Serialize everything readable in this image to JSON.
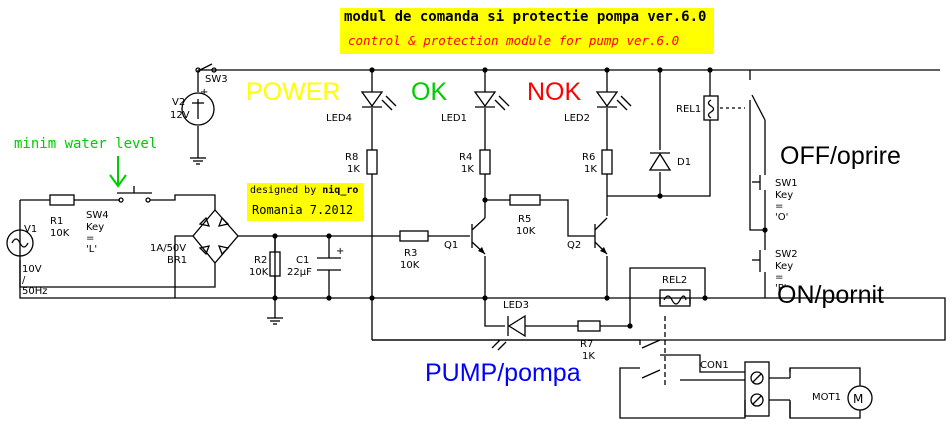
{
  "title": {
    "en": "modul de comanda si protectie pompa ver.6.0",
    "ro": "control & protection module for pump ver.6.0"
  },
  "indicators": {
    "power": "POWER",
    "ok": "OK",
    "nok": "NOK",
    "pump": "PUMP/pompa",
    "off": "OFF/oprire",
    "on": "ON/pornit",
    "water": "minim water level"
  },
  "credit": {
    "designed_by": "designed by",
    "author": "niq_ro",
    "place_date": "Romania 7.2012"
  },
  "colors": {
    "power": "#ffff00",
    "ok": "#00cc00",
    "nok": "#ff0000",
    "pump": "#0000ff",
    "title_bg": "#ffff00"
  },
  "components": {
    "V1": "V1",
    "V1_val": "10V / 50Hz",
    "V2": "V2",
    "V2_val": "12V",
    "SW3": "SW3",
    "R1": "R1",
    "R1_val": "10K",
    "SW4": "SW4",
    "SW4_key": "Key = 'L'",
    "BR1": "BR1",
    "BR1_val": "1A/50V",
    "R2": "R2",
    "R2_val": "10K",
    "C1": "C1",
    "C1_val": "22µF",
    "LED4": "LED4",
    "R8": "R8",
    "R8_val": "1K",
    "LED1": "LED1",
    "R4": "R4",
    "R4_val": "1K",
    "LED2": "LED2",
    "R6": "R6",
    "R6_val": "1K",
    "D1": "D1",
    "REL1": "REL1",
    "R3": "R3",
    "R3_val": "10K",
    "Q1": "Q1",
    "R5": "R5",
    "R5_val": "10K",
    "Q2": "Q2",
    "SW1": "SW1",
    "SW1_key": "Key = 'O'",
    "SW2": "SW2",
    "SW2_key": "Key = 'P'",
    "REL2": "REL2",
    "LED3": "LED3",
    "R7": "R7",
    "R7_val": "1K",
    "CON1": "CON1",
    "MOT1": "MOT1"
  }
}
